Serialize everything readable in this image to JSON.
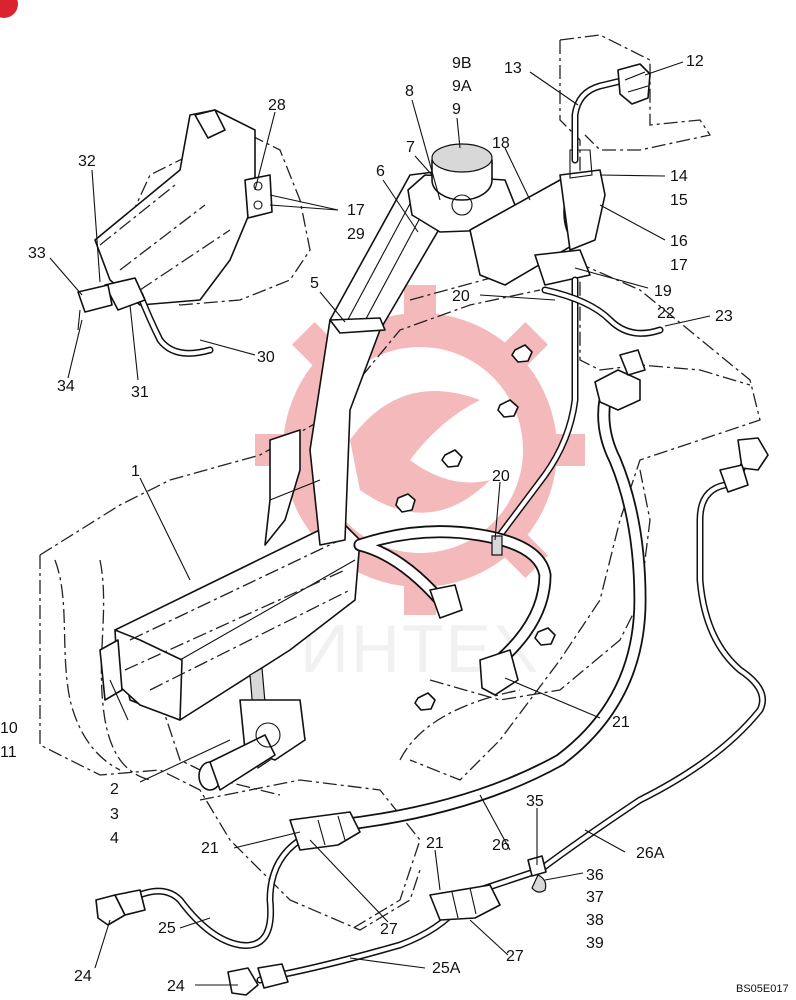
{
  "watermark": {
    "text": "ИНТЕХ",
    "color": "#e23a3f"
  },
  "drawing_code": "BS05E017",
  "callouts": [
    {
      "id": "c1",
      "text": "1"
    },
    {
      "id": "c2",
      "text": "2"
    },
    {
      "id": "c3",
      "text": "3"
    },
    {
      "id": "c4",
      "text": "4"
    },
    {
      "id": "c5",
      "text": "5"
    },
    {
      "id": "c6",
      "text": "6"
    },
    {
      "id": "c7",
      "text": "7"
    },
    {
      "id": "c8",
      "text": "8"
    },
    {
      "id": "c9",
      "text": "9"
    },
    {
      "id": "c9a",
      "text": "9A"
    },
    {
      "id": "c9b",
      "text": "9B"
    },
    {
      "id": "c10",
      "text": "10"
    },
    {
      "id": "c11",
      "text": "11"
    },
    {
      "id": "c12",
      "text": "12"
    },
    {
      "id": "c13",
      "text": "13"
    },
    {
      "id": "c14",
      "text": "14"
    },
    {
      "id": "c15",
      "text": "15"
    },
    {
      "id": "c16",
      "text": "16"
    },
    {
      "id": "c17a",
      "text": "17"
    },
    {
      "id": "c17b",
      "text": "17"
    },
    {
      "id": "c18",
      "text": "18"
    },
    {
      "id": "c19",
      "text": "19"
    },
    {
      "id": "c20a",
      "text": "20"
    },
    {
      "id": "c20b",
      "text": "20"
    },
    {
      "id": "c21a",
      "text": "21"
    },
    {
      "id": "c21b",
      "text": "21"
    },
    {
      "id": "c21c",
      "text": "21"
    },
    {
      "id": "c22",
      "text": "22"
    },
    {
      "id": "c23",
      "text": "23"
    },
    {
      "id": "c24a",
      "text": "24"
    },
    {
      "id": "c24b",
      "text": "24"
    },
    {
      "id": "c25",
      "text": "25"
    },
    {
      "id": "c25a",
      "text": "25A"
    },
    {
      "id": "c26",
      "text": "26"
    },
    {
      "id": "c26a",
      "text": "26A"
    },
    {
      "id": "c27a",
      "text": "27"
    },
    {
      "id": "c27b",
      "text": "27"
    },
    {
      "id": "c28",
      "text": "28"
    },
    {
      "id": "c29",
      "text": "29"
    },
    {
      "id": "c30",
      "text": "30"
    },
    {
      "id": "c31",
      "text": "31"
    },
    {
      "id": "c32",
      "text": "32"
    },
    {
      "id": "c33",
      "text": "33"
    },
    {
      "id": "c34",
      "text": "34"
    },
    {
      "id": "c35",
      "text": "35"
    },
    {
      "id": "c36",
      "text": "36"
    },
    {
      "id": "c37",
      "text": "37"
    },
    {
      "id": "c38",
      "text": "38"
    },
    {
      "id": "c39",
      "text": "39"
    }
  ]
}
